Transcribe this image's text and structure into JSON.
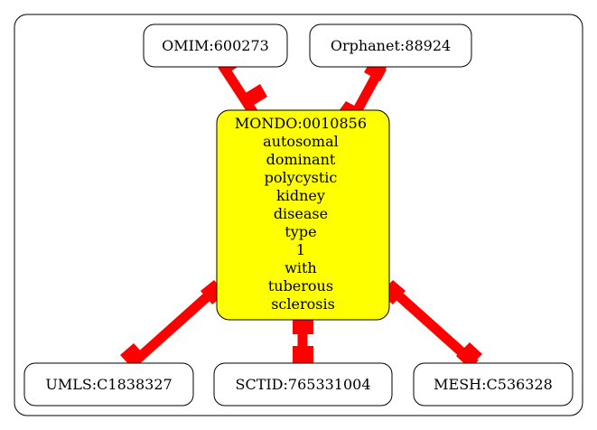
{
  "colors": {
    "edge": "#ff0000",
    "center_fill": "#ffff00",
    "node_fill": "#ffffff",
    "stroke": "#000000"
  },
  "center": {
    "id": "MONDO:0010856",
    "lines": [
      "autosomal",
      "dominant",
      "polycystic",
      "kidney",
      "disease",
      "type",
      "1",
      "with",
      "tuberous",
      "sclerosis"
    ]
  },
  "nodes": {
    "omim": "OMIM:600273",
    "orphanet": "Orphanet:88924",
    "umls": "UMLS:C1838327",
    "sctid": "SCTID:765331004",
    "mesh": "MESH:C536328"
  },
  "edges": [
    {
      "source": "MONDO:0010856",
      "target": "OMIM:600273"
    },
    {
      "source": "MONDO:0010856",
      "target": "Orphanet:88924"
    },
    {
      "source": "MONDO:0010856",
      "target": "UMLS:C1838327"
    },
    {
      "source": "MONDO:0010856",
      "target": "SCTID:765331004"
    },
    {
      "source": "MONDO:0010856",
      "target": "MESH:C536328"
    }
  ]
}
